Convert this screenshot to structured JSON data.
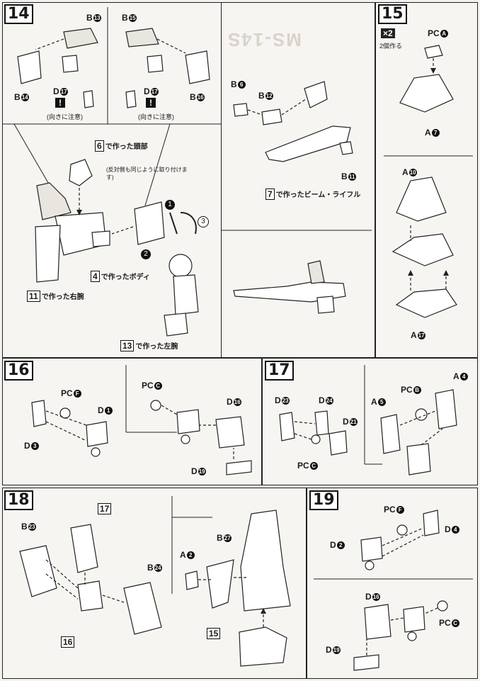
{
  "steps": {
    "s14": {
      "number": "14",
      "b13": "B",
      "b13n": "13",
      "b15": "B",
      "b15n": "15",
      "b14": "B",
      "b14n": "14",
      "b16": "B",
      "b16n": "16",
      "d17a": "D",
      "d17an": "17",
      "d17b": "D",
      "d17bn": "17",
      "orient_note": "(向きに注意)",
      "head_ref": "6",
      "head_text": "で作った頭部",
      "body_ref": "4",
      "body_text": "で作ったボディ",
      "rarm_ref": "11",
      "rarm_text": "で作った右腕",
      "larm_ref": "13",
      "larm_text": "で作った左腕",
      "opposite_note": "(反対側も同じように取り付けます)",
      "step_marks": [
        "1",
        "2",
        "3"
      ]
    },
    "s7": {
      "b6": "B",
      "b6n": "6",
      "b12": "B",
      "b12n": "12",
      "b11": "B",
      "b11n": "11",
      "rifle_ref": "7",
      "rifle_text": "で作ったビーム・ライフル"
    },
    "s15": {
      "number": "15",
      "count": "×2",
      "count_sub": "2個作る",
      "pca": "PC",
      "pcan": "A",
      "a7": "A",
      "a7n": "7",
      "a10": "A",
      "a10n": "10",
      "a17": "A",
      "a17n": "17"
    },
    "s16": {
      "number": "16",
      "pcf": "PC",
      "pcfn": "F",
      "d1": "D",
      "d1n": "1",
      "d3": "D",
      "d3n": "3",
      "pcc": "PC",
      "pccn": "C",
      "d16": "D",
      "d16n": "16",
      "d19": "D",
      "d19n": "19"
    },
    "s17": {
      "number": "17",
      "d23": "D",
      "d23n": "23",
      "d24": "D",
      "d24n": "24",
      "d21": "D",
      "d21n": "21",
      "pcc": "PC",
      "pccn": "C",
      "pcb": "PC",
      "pcbn": "B",
      "a4": "A",
      "a4n": "4",
      "a5": "A",
      "a5n": "5"
    },
    "s18": {
      "number": "18",
      "ref17": "17",
      "ref16": "16",
      "ref15": "15",
      "b23": "B",
      "b23n": "23",
      "b24": "B",
      "b24n": "24",
      "b27": "B",
      "b27n": "27",
      "a2": "A",
      "a2n": "2"
    },
    "s19": {
      "number": "19",
      "pcf": "PC",
      "pcfn": "F",
      "d4": "D",
      "d4n": "4",
      "d2": "D",
      "d2n": "2",
      "d16": "D",
      "d16n": "16",
      "pcc": "PC",
      "pccn": "C",
      "d19": "D",
      "d19n": "19"
    }
  },
  "colors": {
    "ink": "#1a1a1a",
    "paper": "#f4f2ee"
  }
}
